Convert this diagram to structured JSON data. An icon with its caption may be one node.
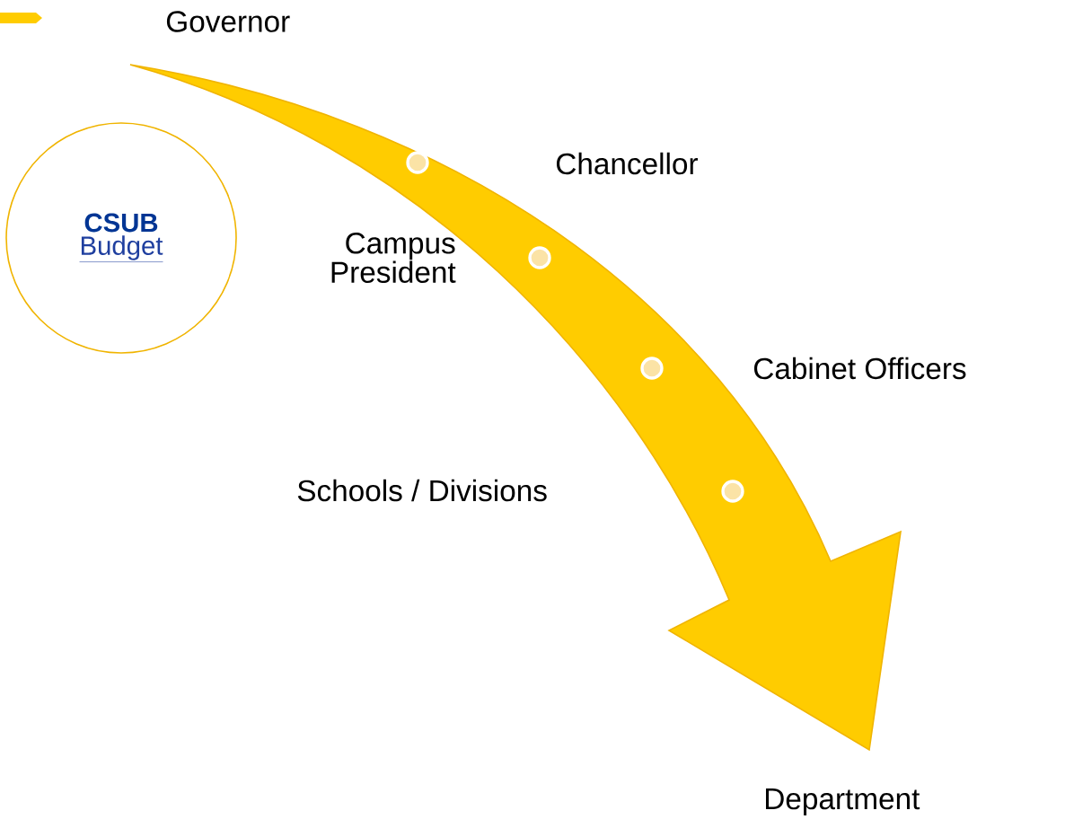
{
  "diagram": {
    "nodes": [
      {
        "text": [
          "CSUB",
          "Budget"
        ]
      }
    ],
    "labels": [
      "Governor",
      "Chancellor",
      "Campus President",
      "Cabinet Officers",
      "Schools / Divisions",
      "Department"
    ]
  }
}
